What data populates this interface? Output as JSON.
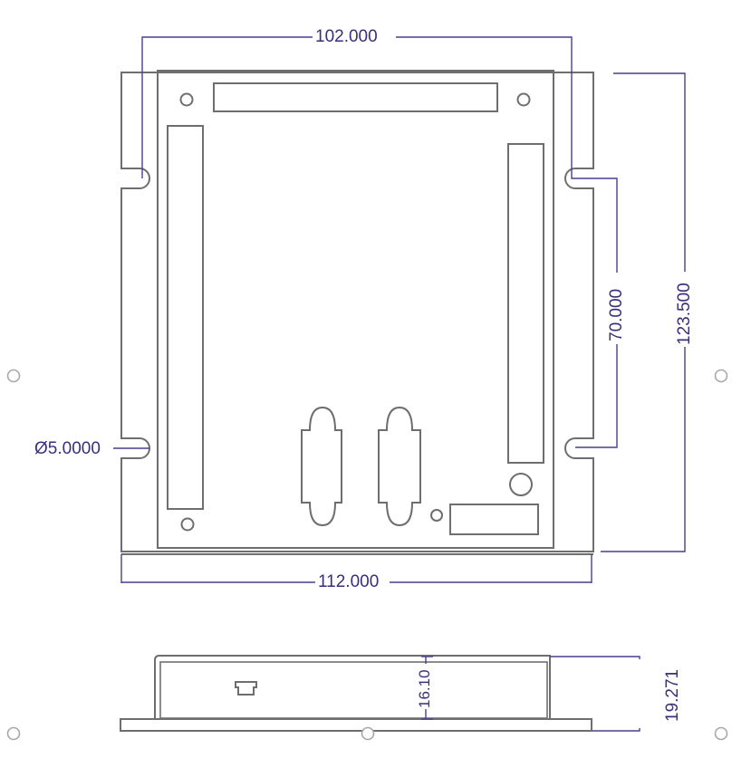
{
  "drawing": {
    "title": "Enclosure mechanical drawing",
    "colors": {
      "outline": "#6e6e6e",
      "dimension": "#4a3f8c",
      "dimension_text": "#3a2f7a",
      "handle": "#a8a8a8",
      "background": "#ffffff"
    },
    "top_view": {
      "dimensions": {
        "mount_hole_spacing_horizontal": "102.000",
        "overall_width": "112.000",
        "overall_height": "123.500",
        "mount_hole_spacing_vertical": "70.000",
        "slot_diameter": "Ø5.0000"
      },
      "features": [
        "top-header-connector",
        "left-header-connector",
        "right-header-connector",
        "db-connector-1",
        "db-connector-2",
        "bottom-right-connector",
        "mounting-hole-top-left",
        "mounting-hole-top-right",
        "mounting-hole-bottom-left",
        "led-hole",
        "large-hole-right",
        "mount-slot-top-left",
        "mount-slot-bottom-left",
        "mount-slot-top-right",
        "mount-slot-bottom-right"
      ]
    },
    "side_view": {
      "dimensions": {
        "body_height": "16.10",
        "overall_height": "19.271"
      },
      "features": [
        "usb-port"
      ]
    },
    "selection_handles": 6
  }
}
